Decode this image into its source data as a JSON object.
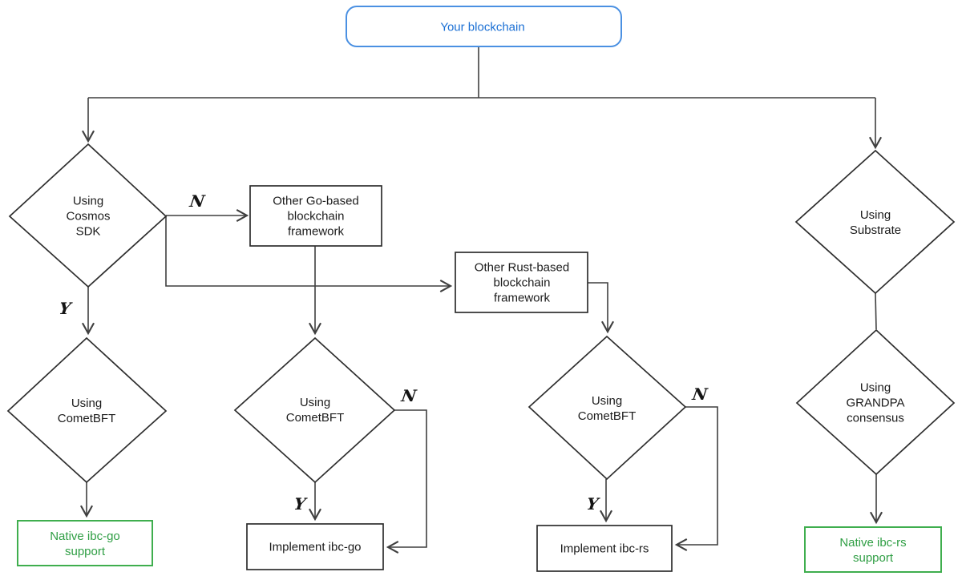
{
  "diagram": {
    "title": "Blockchain IBC support decision flowchart",
    "nodes": {
      "root": "Your blockchain",
      "cosmos": "Using\nCosmos\nSDK",
      "go_framework": "Other Go-based\nblockchain\nframework",
      "rust_framework": "Other Rust-based\nblockchain\nframework",
      "substrate": "Using\nSubstrate",
      "cometbft_left": "Using\nCometBFT",
      "cometbft_mid": "Using\nCometBFT",
      "cometbft_right": "Using\nCometBFT",
      "grandpa": "Using\nGRANDPA\nconsensus",
      "native_ibc_go": "Native ibc-go\nsupport",
      "implement_ibc_go": "Implement ibc-go",
      "implement_ibc_rs": "Implement ibc-rs",
      "native_ibc_rs": "Native ibc-rs\nsupport"
    },
    "edge_labels": {
      "cosmos_no": "N",
      "cosmos_yes": "Y",
      "cometbft_mid_no": "N",
      "cometbft_mid_yes": "Y",
      "cometbft_right_no": "N",
      "cometbft_right_yes": "Y"
    },
    "colors": {
      "root_border": "#4a90e2",
      "root_text": "#1a6fd4",
      "outcome_border": "#3fae4e",
      "outcome_text": "#2f9e44",
      "line": "#3f3f3f",
      "shape_stroke": "#2e2e2e"
    }
  }
}
